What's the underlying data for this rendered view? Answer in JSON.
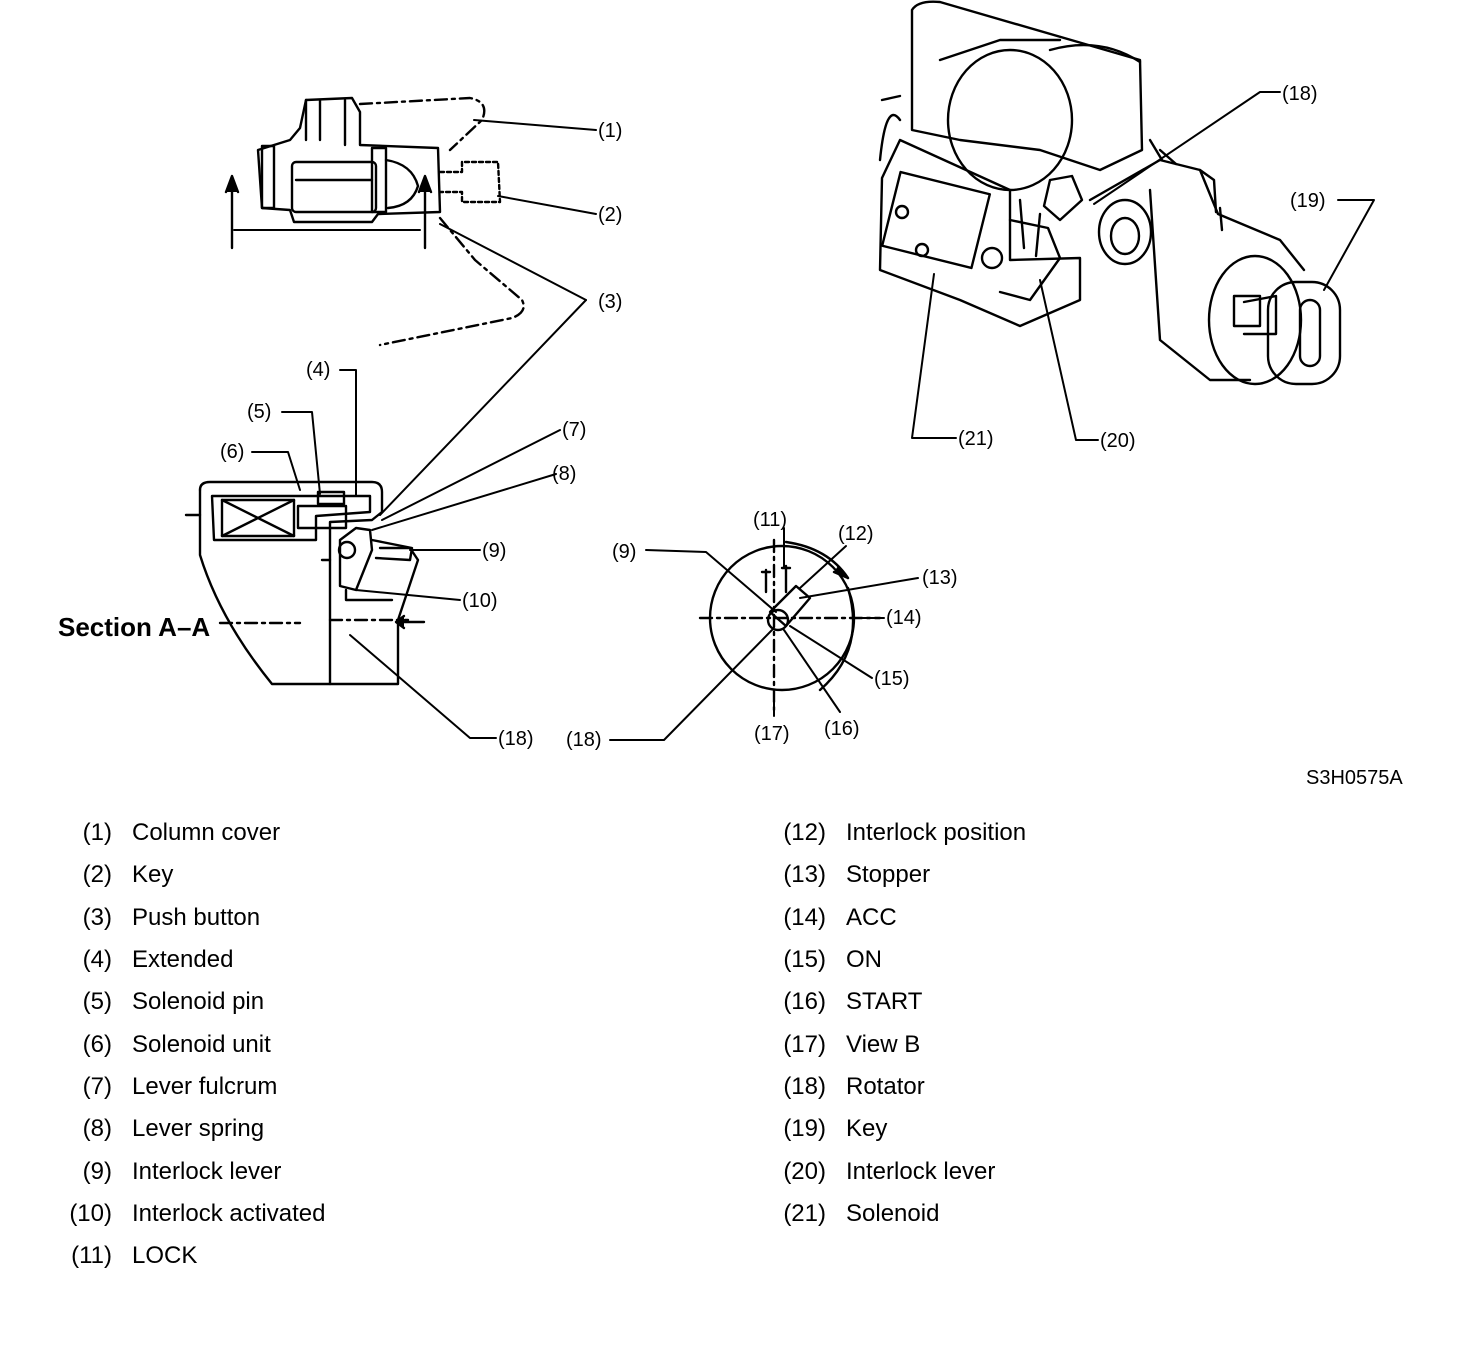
{
  "figure": {
    "section_title": "Section A–A",
    "figure_code": "S3H0575A"
  },
  "callouts": {
    "c1": "(1)",
    "c2": "(2)",
    "c3": "(3)",
    "c4": "(4)",
    "c5": "(5)",
    "c6": "(6)",
    "c7": "(7)",
    "c8": "(8)",
    "c9a": "(9)",
    "c10": "(10)",
    "c18a": "(18)",
    "c9b": "(9)",
    "c11": "(11)",
    "c12": "(12)",
    "c13": "(13)",
    "c14": "(14)",
    "c15": "(15)",
    "c16": "(16)",
    "c17": "(17)",
    "c18b": "(18)",
    "c18c": "(18)",
    "c19": "(19)",
    "c20": "(20)",
    "c21": "(21)"
  },
  "legend_left": [
    {
      "num": "(1)",
      "label": "Column cover"
    },
    {
      "num": "(2)",
      "label": "Key"
    },
    {
      "num": "(3)",
      "label": "Push button"
    },
    {
      "num": "(4)",
      "label": "Extended"
    },
    {
      "num": "(5)",
      "label": "Solenoid pin"
    },
    {
      "num": "(6)",
      "label": "Solenoid unit"
    },
    {
      "num": "(7)",
      "label": "Lever fulcrum"
    },
    {
      "num": "(8)",
      "label": "Lever spring"
    },
    {
      "num": "(9)",
      "label": "Interlock lever"
    },
    {
      "num": "(10)",
      "label": "Interlock activated"
    },
    {
      "num": "(11)",
      "label": "LOCK"
    }
  ],
  "legend_right": [
    {
      "num": "(12)",
      "label": "Interlock position"
    },
    {
      "num": "(13)",
      "label": "Stopper"
    },
    {
      "num": "(14)",
      "label": "ACC"
    },
    {
      "num": "(15)",
      "label": "ON"
    },
    {
      "num": "(16)",
      "label": "START"
    },
    {
      "num": "(17)",
      "label": "View B"
    },
    {
      "num": "(18)",
      "label": "Rotator"
    },
    {
      "num": "(19)",
      "label": "Key"
    },
    {
      "num": "(20)",
      "label": "Interlock lever"
    },
    {
      "num": "(21)",
      "label": "Solenoid"
    }
  ]
}
